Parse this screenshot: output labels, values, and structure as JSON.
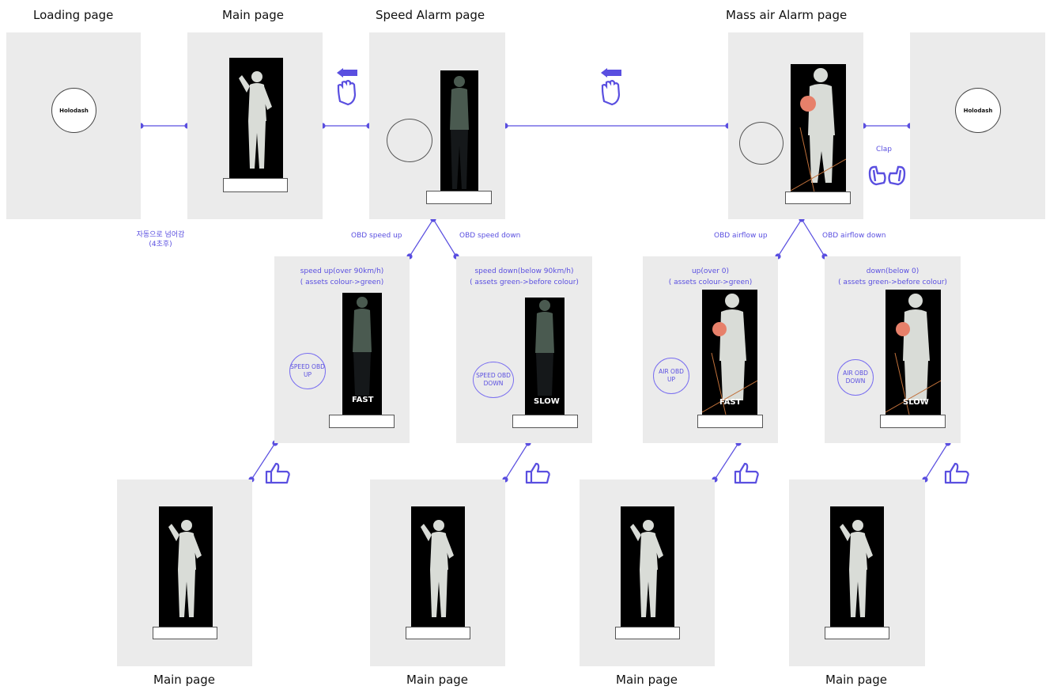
{
  "titles": {
    "loading": "Loading page",
    "main": "Main page",
    "speed_alarm": "Speed Alarm page",
    "mass_air_alarm": "Mass air Alarm page",
    "bottom": [
      "Main page",
      "Main page",
      "Main page",
      "Main page"
    ]
  },
  "logo_text": "Holodash",
  "auto_transition": {
    "line1": "자동으로 넘어감",
    "line2": "(4초후)"
  },
  "clap_label": "Clap",
  "branch_labels": {
    "obd_speed_up": "OBD speed up",
    "obd_speed_down": "OBD speed down",
    "obd_airflow_up": "OBD airflow up",
    "obd_airflow_down": "OBD airflow down"
  },
  "sub_panels": [
    {
      "line1": "speed up(over 90km/h)",
      "line2": "( assets colour->green)",
      "circle1": "SPEED OBD",
      "circle2": "UP",
      "word": "FAST"
    },
    {
      "line1": "speed down(below 90km/h)",
      "line2": "( assets green->before colour)",
      "circle1": "SPEED OBD",
      "circle2": "DOWN",
      "word": "SLOW"
    },
    {
      "line1": "up(over 0)",
      "line2": "( assets colour->green)",
      "circle1": "AIR OBD",
      "circle2": "UP",
      "word": "FAST"
    },
    {
      "line1": "down(below 0)",
      "line2": "( assets green->before colour)",
      "circle1": "AIR OBD",
      "circle2": "DOWN",
      "word": "SLOW"
    }
  ],
  "colors": {
    "accent": "#5a4fe0",
    "panel": "#ebebeb",
    "image_bg": "#000000"
  },
  "icons": [
    "swipe-left-hand-icon",
    "clap-hands-icon",
    "thumbs-up-icon"
  ]
}
